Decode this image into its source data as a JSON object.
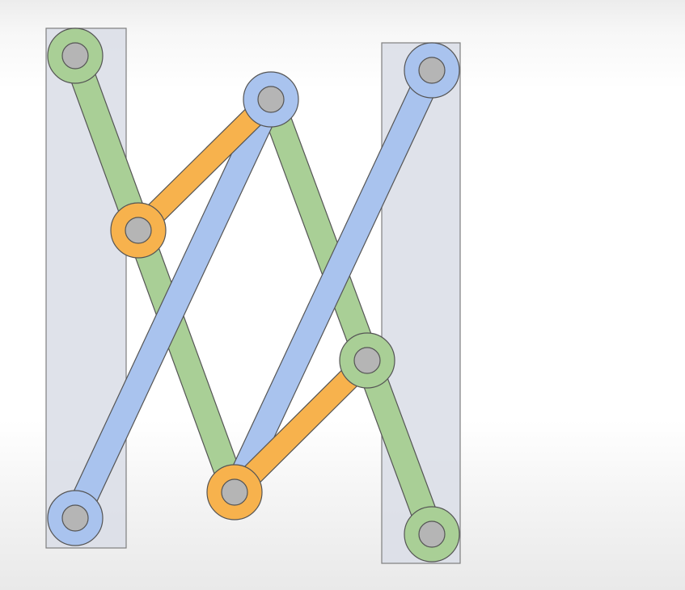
{
  "diagram": {
    "kind": "linkage-mechanism",
    "colors": {
      "background": "#ffffff",
      "rail": "#d9dde6",
      "green_link": "#a9cf96",
      "blue_link": "#a9c3ee",
      "orange_link": "#f7b24d",
      "pin": "#b5b5b5",
      "outline": "#555555"
    },
    "rails": [
      {
        "name": "left-rail"
      },
      {
        "name": "right-rail"
      }
    ],
    "links": [
      {
        "name": "green-link-left",
        "color": "green"
      },
      {
        "name": "green-link-right",
        "color": "green"
      },
      {
        "name": "blue-link-left",
        "color": "blue"
      },
      {
        "name": "blue-link-right",
        "color": "blue"
      },
      {
        "name": "orange-link-top",
        "color": "orange"
      },
      {
        "name": "orange-link-bottom",
        "color": "orange"
      }
    ],
    "joints": [
      {
        "name": "joint-top-left",
        "color": "green"
      },
      {
        "name": "joint-top-middle",
        "color": "blue"
      },
      {
        "name": "joint-top-right",
        "color": "blue"
      },
      {
        "name": "joint-mid-left",
        "color": "orange"
      },
      {
        "name": "joint-mid-right",
        "color": "green"
      },
      {
        "name": "joint-bottom-left",
        "color": "blue"
      },
      {
        "name": "joint-bottom-middle",
        "color": "orange"
      },
      {
        "name": "joint-bottom-right",
        "color": "green"
      }
    ]
  }
}
